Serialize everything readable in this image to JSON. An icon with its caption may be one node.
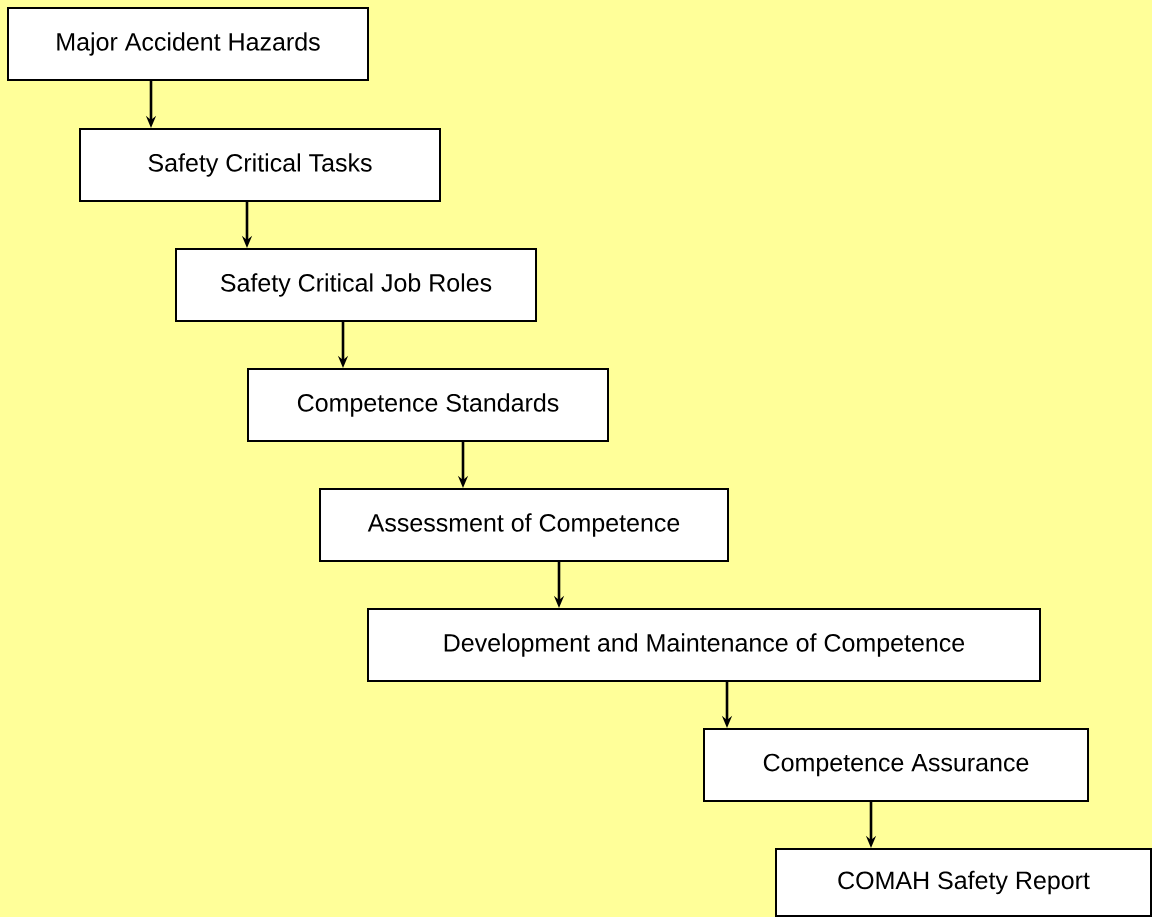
{
  "diagram": {
    "nodes": [
      {
        "text": [
          "Major Accident Hazards"
        ]
      },
      {
        "text": [
          "Safety Critical Tasks"
        ]
      },
      {
        "text": [
          "Safety Critical Job Roles"
        ]
      },
      {
        "text": [
          "Competence Standards"
        ]
      },
      {
        "text": [
          "Assessment of Competence"
        ]
      },
      {
        "text": [
          "Development and Maintenance of Competence"
        ]
      },
      {
        "text": [
          "Competence Assurance"
        ]
      },
      {
        "text": [
          "COMAH Safety Report"
        ]
      }
    ],
    "edges": [
      {
        "from": 0,
        "to": 1,
        "arrow": "to"
      },
      {
        "from": 1,
        "to": 2,
        "arrow": "to"
      },
      {
        "from": 2,
        "to": 3,
        "arrow": "to"
      },
      {
        "from": 3,
        "to": 4,
        "arrow": "to"
      },
      {
        "from": 4,
        "to": 5,
        "arrow": "to"
      },
      {
        "from": 5,
        "to": 6,
        "arrow": "to"
      },
      {
        "from": 6,
        "to": 7,
        "arrow": "to"
      }
    ]
  }
}
